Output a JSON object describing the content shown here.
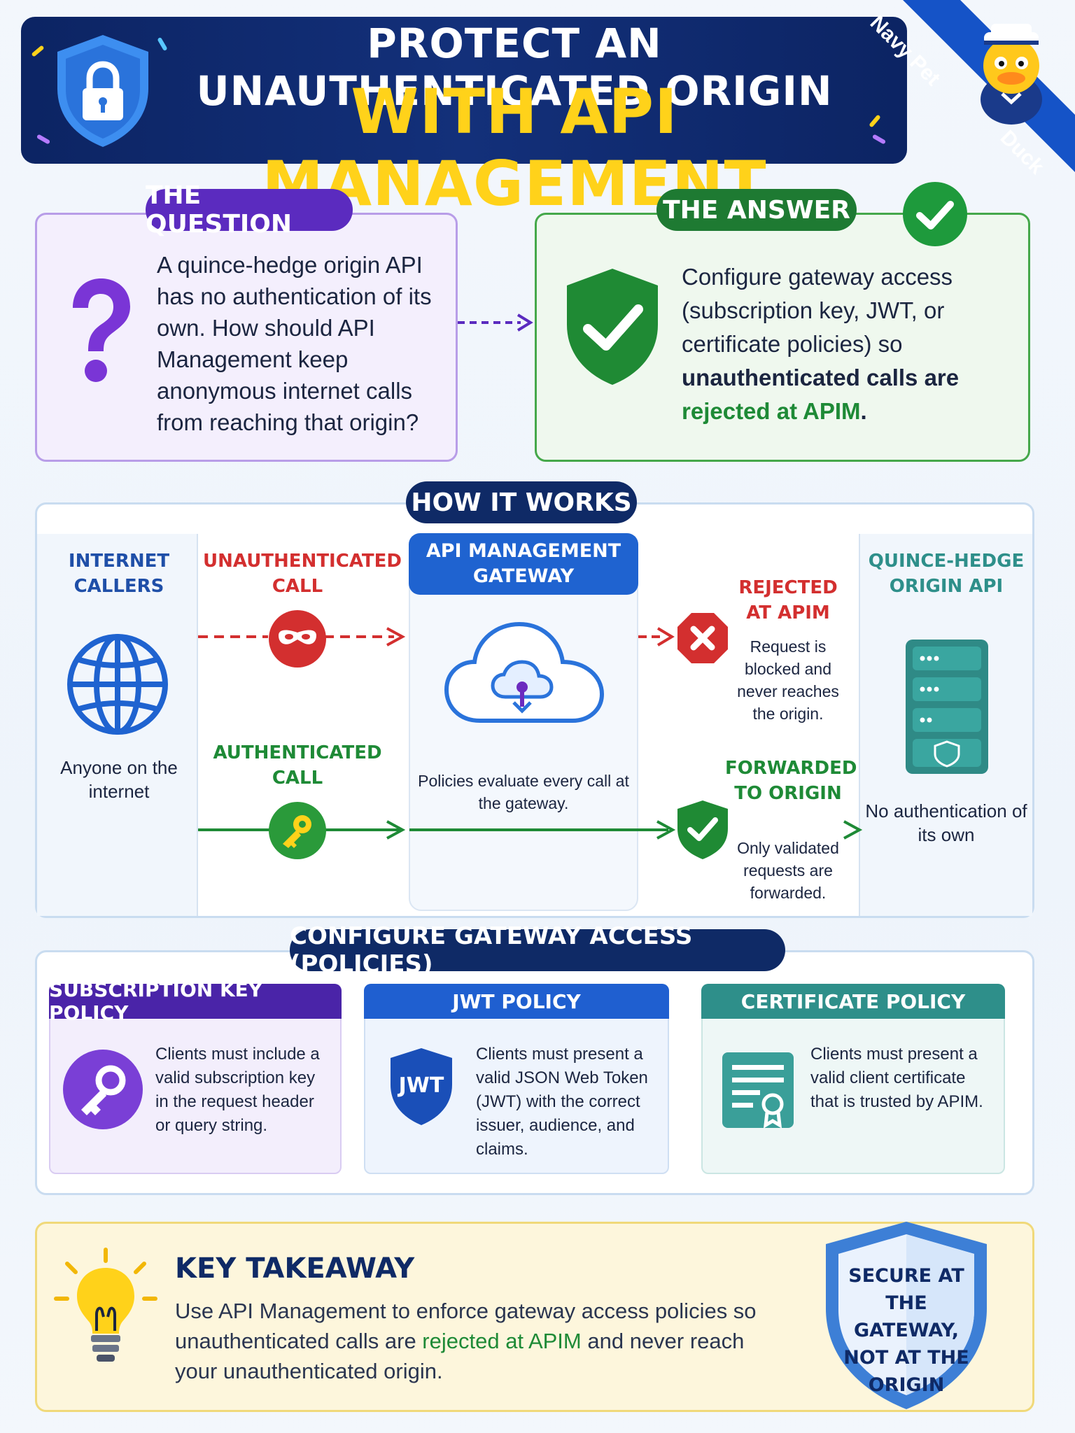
{
  "header": {
    "title_line1": "PROTECT AN UNAUTHENTICATED ORIGIN",
    "title_line2": "WITH API MANAGEMENT"
  },
  "brand": {
    "line1": "Navy Pet",
    "line2": "Duck"
  },
  "question": {
    "label": "THE QUESTION",
    "text": "A quince-hedge origin API has no authentication of its own. How should API Management keep anonymous internet calls from reaching that origin?"
  },
  "answer": {
    "label": "THE ANSWER",
    "text_plain": "Configure gateway access (subscription key, JWT, or certificate policies) so ",
    "text_bold": "unauthenticated calls are",
    "text_green": "rejected at APIM",
    "text_end": "."
  },
  "how_it_works": {
    "label": "HOW IT WORKS",
    "callers": {
      "heading": "INTERNET CALLERS",
      "caption": "Anyone on the internet"
    },
    "unauth": {
      "heading": "UNAUTHENTICATED CALL"
    },
    "auth": {
      "heading": "AUTHENTICATED CALL"
    },
    "gateway": {
      "heading": "API MANAGEMENT GATEWAY",
      "caption": "Policies evaluate every call at the gateway."
    },
    "rejected": {
      "heading": "REJECTED AT APIM",
      "caption": "Request is blocked and never reaches the origin."
    },
    "forwarded": {
      "heading": "FORWARDED TO ORIGIN",
      "caption": "Only validated requests are forwarded."
    },
    "origin": {
      "heading": "QUINCE-HEDGE ORIGIN API",
      "caption": "No authentication of its own"
    }
  },
  "policies": {
    "label": "CONFIGURE GATEWAY ACCESS (POLICIES)",
    "items": [
      {
        "title": "SUBSCRIPTION KEY POLICY",
        "text": "Clients must include a valid subscription key in the request header or query string."
      },
      {
        "title": "JWT POLICY",
        "badge": "JWT",
        "text": "Clients must present a valid JSON Web Token (JWT) with the correct issuer, audience, and claims."
      },
      {
        "title": "CERTIFICATE POLICY",
        "text": "Clients must present a valid client certificate that is trusted by APIM."
      }
    ]
  },
  "takeaway": {
    "title": "KEY TAKEAWAY",
    "text_before": "Use API Management to enforce gateway access policies so unauthenticated calls are ",
    "text_green": "rejected at APIM",
    "text_after": " and never reach your unauthenticated origin.",
    "badge": "SECURE AT THE GATEWAY, NOT AT THE ORIGIN"
  },
  "colors": {
    "navy": "#0c2463",
    "yellow": "#ffd21a",
    "purple": "#5b2bbf",
    "green": "#1e7a32",
    "red": "#d32f2f",
    "blue": "#1f63d0",
    "teal": "#2e8f8a"
  },
  "icons": {
    "header": "lock-shield-icon",
    "question": "question-mark-icon",
    "answer": "check-shield-icon",
    "callers": "globe-icon",
    "unauth": "mask-icon",
    "auth": "key-icon",
    "gateway": "cloud-lock-icon",
    "rejected": "x-octagon-icon",
    "forwarded": "check-shield-icon",
    "origin": "server-rack-icon",
    "policy_subscription": "key-icon",
    "policy_jwt": "jwt-shield-icon",
    "policy_certificate": "certificate-icon",
    "takeaway": "lightbulb-icon",
    "badge": "shield-icon"
  }
}
